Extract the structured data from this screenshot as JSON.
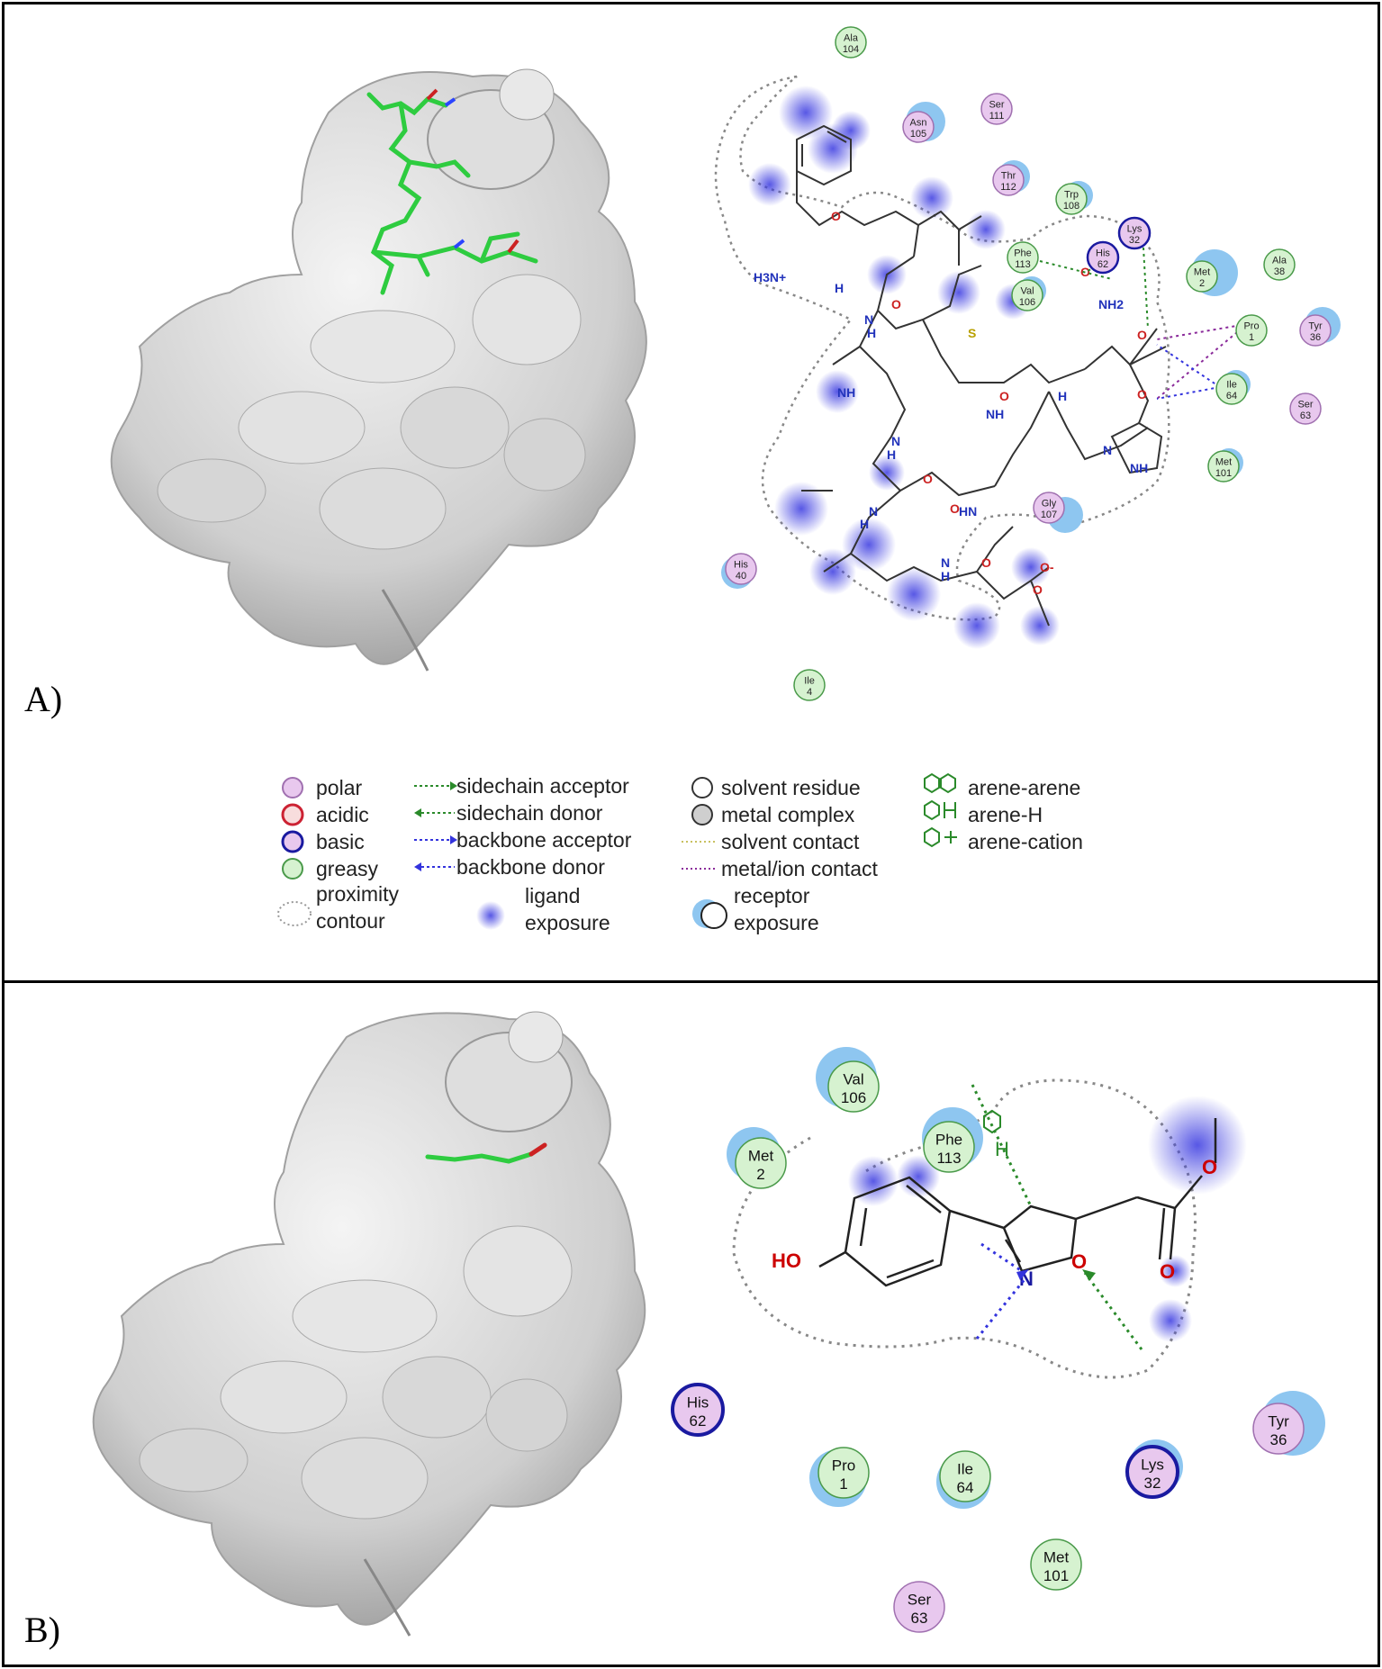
{
  "panels": [
    {
      "label": "A)"
    },
    {
      "label": "B)"
    }
  ],
  "panel_a_residues": [
    {
      "name": "Ala",
      "num": "104",
      "type": "greasy"
    },
    {
      "name": "Ser",
      "num": "111",
      "type": "polar"
    },
    {
      "name": "Asn",
      "num": "105",
      "type": "polar"
    },
    {
      "name": "Thr",
      "num": "112",
      "type": "polar"
    },
    {
      "name": "Trp",
      "num": "108",
      "type": "greasy"
    },
    {
      "name": "Lys",
      "num": "32",
      "type": "basic"
    },
    {
      "name": "Phe",
      "num": "113",
      "type": "greasy"
    },
    {
      "name": "His",
      "num": "62",
      "type": "basic"
    },
    {
      "name": "Met",
      "num": "2",
      "type": "greasy"
    },
    {
      "name": "Ala",
      "num": "38",
      "type": "greasy"
    },
    {
      "name": "Val",
      "num": "106",
      "type": "greasy"
    },
    {
      "name": "Pro",
      "num": "1",
      "type": "greasy"
    },
    {
      "name": "Tyr",
      "num": "36",
      "type": "polar"
    },
    {
      "name": "Ile",
      "num": "64",
      "type": "greasy"
    },
    {
      "name": "Ser",
      "num": "63",
      "type": "polar"
    },
    {
      "name": "Met",
      "num": "101",
      "type": "greasy"
    },
    {
      "name": "Gly",
      "num": "107",
      "type": "polar"
    },
    {
      "name": "His",
      "num": "40",
      "type": "polar"
    },
    {
      "name": "Ile",
      "num": "4",
      "type": "greasy"
    }
  ],
  "panel_a_atoms": [
    "H3N+",
    "H",
    "O",
    "H",
    "N",
    "O",
    "NH",
    "S",
    "N",
    "H",
    "O",
    "N",
    "H",
    "O",
    "NH",
    "N",
    "NH",
    "H",
    "O",
    "N",
    "H",
    "HN",
    "O",
    "O",
    "O-",
    "NH2",
    "O",
    "O",
    "O"
  ],
  "panel_b_residues": [
    {
      "name": "Val",
      "num": "106",
      "type": "greasy"
    },
    {
      "name": "Phe",
      "num": "113",
      "type": "greasy"
    },
    {
      "name": "Met",
      "num": "2",
      "type": "greasy"
    },
    {
      "name": "His",
      "num": "62",
      "type": "basic"
    },
    {
      "name": "Pro",
      "num": "1",
      "type": "greasy"
    },
    {
      "name": "Ile",
      "num": "64",
      "type": "greasy"
    },
    {
      "name": "Lys",
      "num": "32",
      "type": "basic"
    },
    {
      "name": "Tyr",
      "num": "36",
      "type": "polar"
    },
    {
      "name": "Met",
      "num": "101",
      "type": "greasy"
    },
    {
      "name": "Ser",
      "num": "63",
      "type": "polar"
    }
  ],
  "panel_b_atoms": {
    "ho": "HO",
    "n": "N",
    "o_ring": "O",
    "o_carbonyl": "O",
    "o_ester": "O",
    "h_arene": "H"
  },
  "legend": {
    "polar": "polar",
    "acidic": "acidic",
    "basic": "basic",
    "greasy": "greasy",
    "proximity_1": "proximity",
    "proximity_2": "contour",
    "sidechain_acceptor": "sidechain acceptor",
    "sidechain_donor": "sidechain donor",
    "backbone_acceptor": "backbone acceptor",
    "backbone_donor": "backbone donor",
    "ligand_exposure_1": "ligand",
    "ligand_exposure_2": "exposure",
    "solvent_residue": "solvent residue",
    "metal_complex": "metal complex",
    "solvent_contact": "solvent contact",
    "metal_ion_contact": "metal/ion contact",
    "receptor_exposure_1": "receptor",
    "receptor_exposure_2": "exposure",
    "arene_arene": "arene-arene",
    "arene_h": "arene-H",
    "arene_cation": "arene-cation"
  },
  "colors": {
    "polar": "#e8c8ee",
    "acidic": "#cc2233",
    "basic": "#1a1aa0",
    "greasy": "#d6f2d0",
    "green_contact": "#2a8a2a",
    "blue_contact": "#3333dd",
    "purple_contact": "#8a2a9a",
    "exposure_blue": "#4a4ae8",
    "receptor_blue": "#8ec6f0",
    "surface": "#d9d9d9"
  }
}
